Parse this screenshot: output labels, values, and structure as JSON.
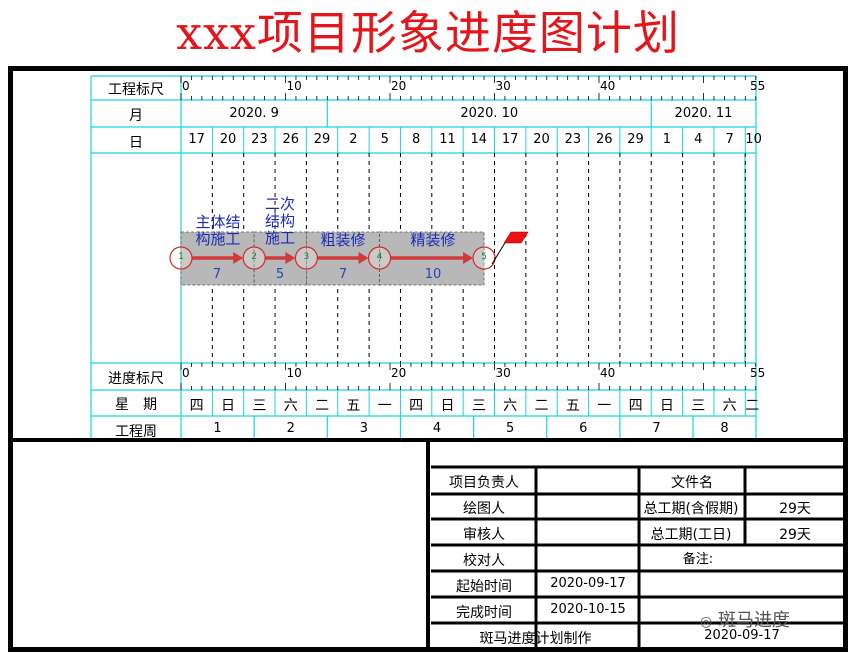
{
  "title": "xxx项目形象进度图计划",
  "colors": {
    "title": "#e2161b",
    "grid": "#18d4e8",
    "task_bar": "#b8b8b8",
    "arrow": "#d03a3a",
    "text_task": "#1a2bb5",
    "milestone": "#ee1111"
  },
  "rows": {
    "scale_top": "工程标尺",
    "month": "月",
    "day": "日",
    "scale_bottom": "进度标尺",
    "weekday": "星　期",
    "week": "工程周"
  },
  "scale_ticks": [
    "0",
    "10",
    "20",
    "30",
    "40",
    "55"
  ],
  "months": [
    "2020. 9",
    "2020. 10",
    "2020. 11"
  ],
  "days": [
    "17",
    "20",
    "23",
    "26",
    "29",
    "2",
    "5",
    "8",
    "11",
    "14",
    "17",
    "20",
    "23",
    "26",
    "29",
    "1",
    "4",
    "7",
    "10"
  ],
  "weekdays": [
    "四",
    "日",
    "三",
    "六",
    "二",
    "五",
    "一",
    "四",
    "日",
    "三",
    "六",
    "二",
    "五",
    "一",
    "四",
    "日",
    "三",
    "六",
    "二"
  ],
  "weeks": [
    "1",
    "2",
    "3",
    "4",
    "5",
    "6",
    "7",
    "8"
  ],
  "tasks": [
    {
      "label": "主体结构施工",
      "label_lines": [
        "主体结",
        "构施工"
      ],
      "duration": "7",
      "start": 0,
      "end": 7
    },
    {
      "label": "二次结构施工",
      "label_lines": [
        "二次",
        "结构",
        "施工"
      ],
      "duration": "5",
      "start": 7,
      "end": 12
    },
    {
      "label": "粗装修",
      "label_lines": [
        "粗装修"
      ],
      "duration": "7",
      "start": 12,
      "end": 19
    },
    {
      "label": "精装修",
      "label_lines": [
        "精装修"
      ],
      "duration": "10",
      "start": 19,
      "end": 29
    }
  ],
  "nodes": [
    "1",
    "2",
    "3",
    "4",
    "5"
  ],
  "info": {
    "project_leader": "项目负责人",
    "drawer": "绘图人",
    "reviewer": "审核人",
    "proofreader": "校对人",
    "start_time_label": "起始时间",
    "start_time": "2020-09-17",
    "end_time_label": "完成时间",
    "end_time": "2020-10-15",
    "made_by": "斑马进度计划制作",
    "made_date": "2020-09-17",
    "file_name_label": "文件名",
    "total_days_with_holidays_label": "总工期(含假期)",
    "total_days_with_holidays": "29天",
    "total_days_work_label": "总工期(工日)",
    "total_days_work": "29天",
    "remarks_label": "备注:"
  },
  "watermark": "斑马进度"
}
